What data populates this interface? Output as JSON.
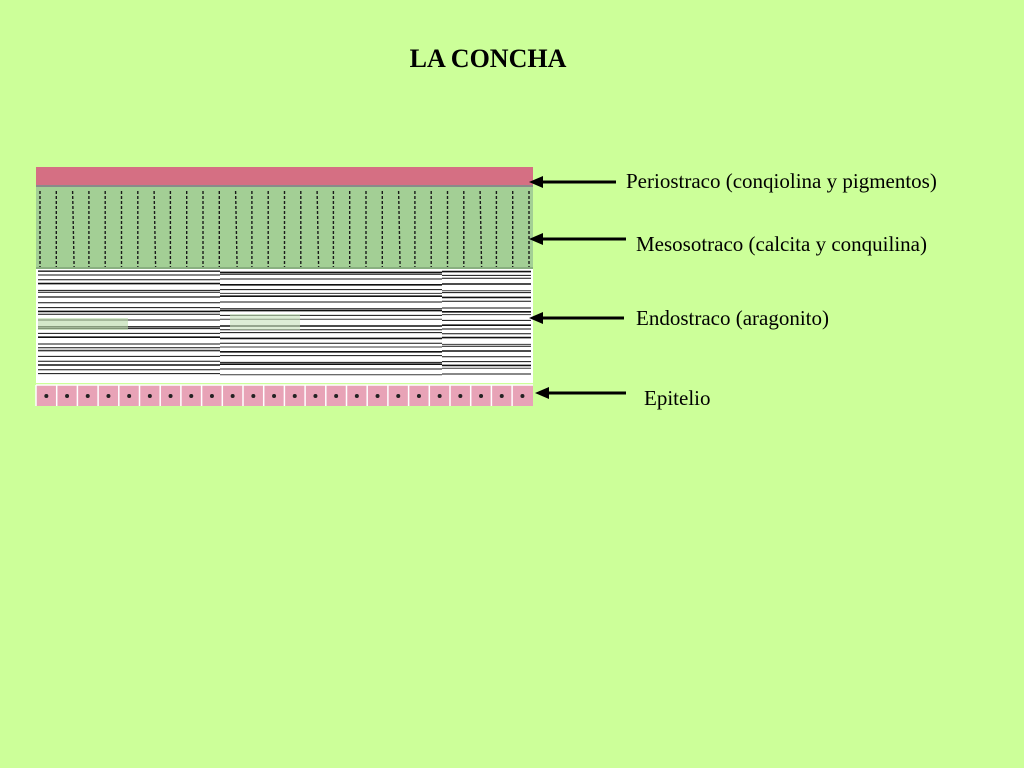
{
  "title": "LA CONCHA",
  "layers": [
    {
      "id": "periostraco",
      "label": "Periostraco (conqiolina y pigmentos)",
      "color": "#d56f83"
    },
    {
      "id": "mesostraco",
      "label": "Mesosotraco (calcita y conquilina)",
      "color": "#a3cf95"
    },
    {
      "id": "endostraco",
      "label": "Endostraco (aragonito)",
      "color": "#ffffff"
    },
    {
      "id": "epitelio",
      "label": "Epitelio",
      "color": "#e8a3b7"
    }
  ]
}
